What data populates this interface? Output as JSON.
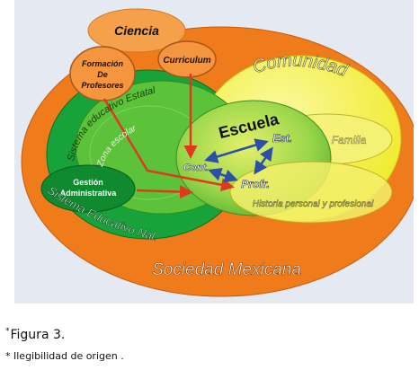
{
  "diagram": {
    "nodes": {
      "ciencia": "Ciencia",
      "curriculum": "Curriculum",
      "formacion_l1": "Formación",
      "formacion_l2": "De",
      "formacion_l3": "Profesores",
      "comunidad": "Comunidad",
      "sistema_estatal": "Sistema educativo Estatal",
      "zona_escolar": "Zona escolar",
      "escuela": "Escuela",
      "est": "Est.",
      "familia": "Familia",
      "cont": "Cont.",
      "profr": "Profr.",
      "historia": "Historia personal y profesional",
      "gestion_l1": "Gestión",
      "gestion_l2": "Administrativa",
      "sistema_nal": "Sistema Educativo Nal.",
      "sociedad": "Sociedad Mexicana"
    },
    "colors": {
      "background": "#e4e9f2",
      "sociedad": "#ef7b1a",
      "comunidad": "#f2ee2c",
      "sistema_nal": "#18a23a",
      "sistema_estatal": "#5bc23a",
      "escuela": "#9ad64a",
      "ciencia": "#f5a04a",
      "gestion": "#0f8a2e",
      "red_arrow": "#e03a1e",
      "blue_arrow": "#2d4fa8"
    }
  },
  "caption": {
    "marker": "*",
    "figure": "Figura 3.",
    "note": "* Ilegibilidad de origen ."
  }
}
